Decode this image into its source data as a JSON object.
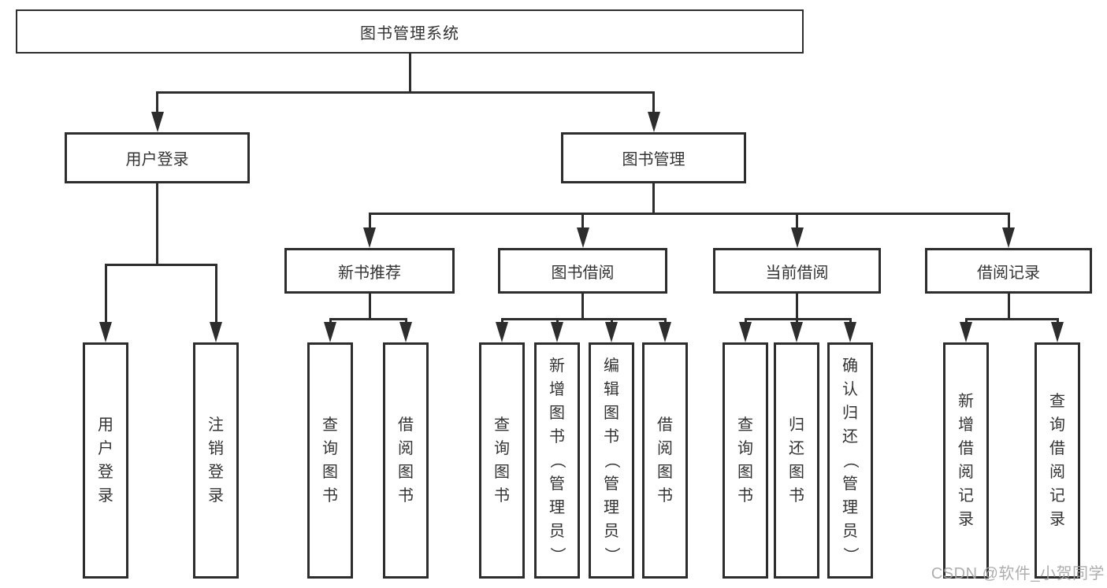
{
  "diagram": {
    "root": "图书管理系统",
    "level2": {
      "user_login": "用户登录",
      "book_management": "图书管理"
    },
    "level3": {
      "new_book_recommend": "新书推荐",
      "book_borrow": "图书借阅",
      "current_borrow": "当前借阅",
      "borrow_records": "借阅记录"
    },
    "leaves": {
      "user_login_action": "用户登录",
      "logout_action": "注销登录",
      "nb_query_books": "查询图书",
      "nb_borrow_books": "借阅图书",
      "bb_query_books": "查询图书",
      "bb_add_books_admin": "新增图书（管理员）",
      "bb_edit_books_admin": "编辑图书（管理员）",
      "bb_borrow_books": "借阅图书",
      "cb_query_books": "查询图书",
      "cb_return_books": "归还图书",
      "cb_confirm_return_admin": "确认归还（管理员）",
      "br_add_record": "新增借阅记录",
      "br_query_record": "查询借阅记录"
    }
  },
  "watermark": "CSDN @软件_小贺同学",
  "colors": {
    "line": "#2d2d2d",
    "text": "#333333",
    "watermark": "#a6a6a6",
    "background": "#ffffff"
  }
}
